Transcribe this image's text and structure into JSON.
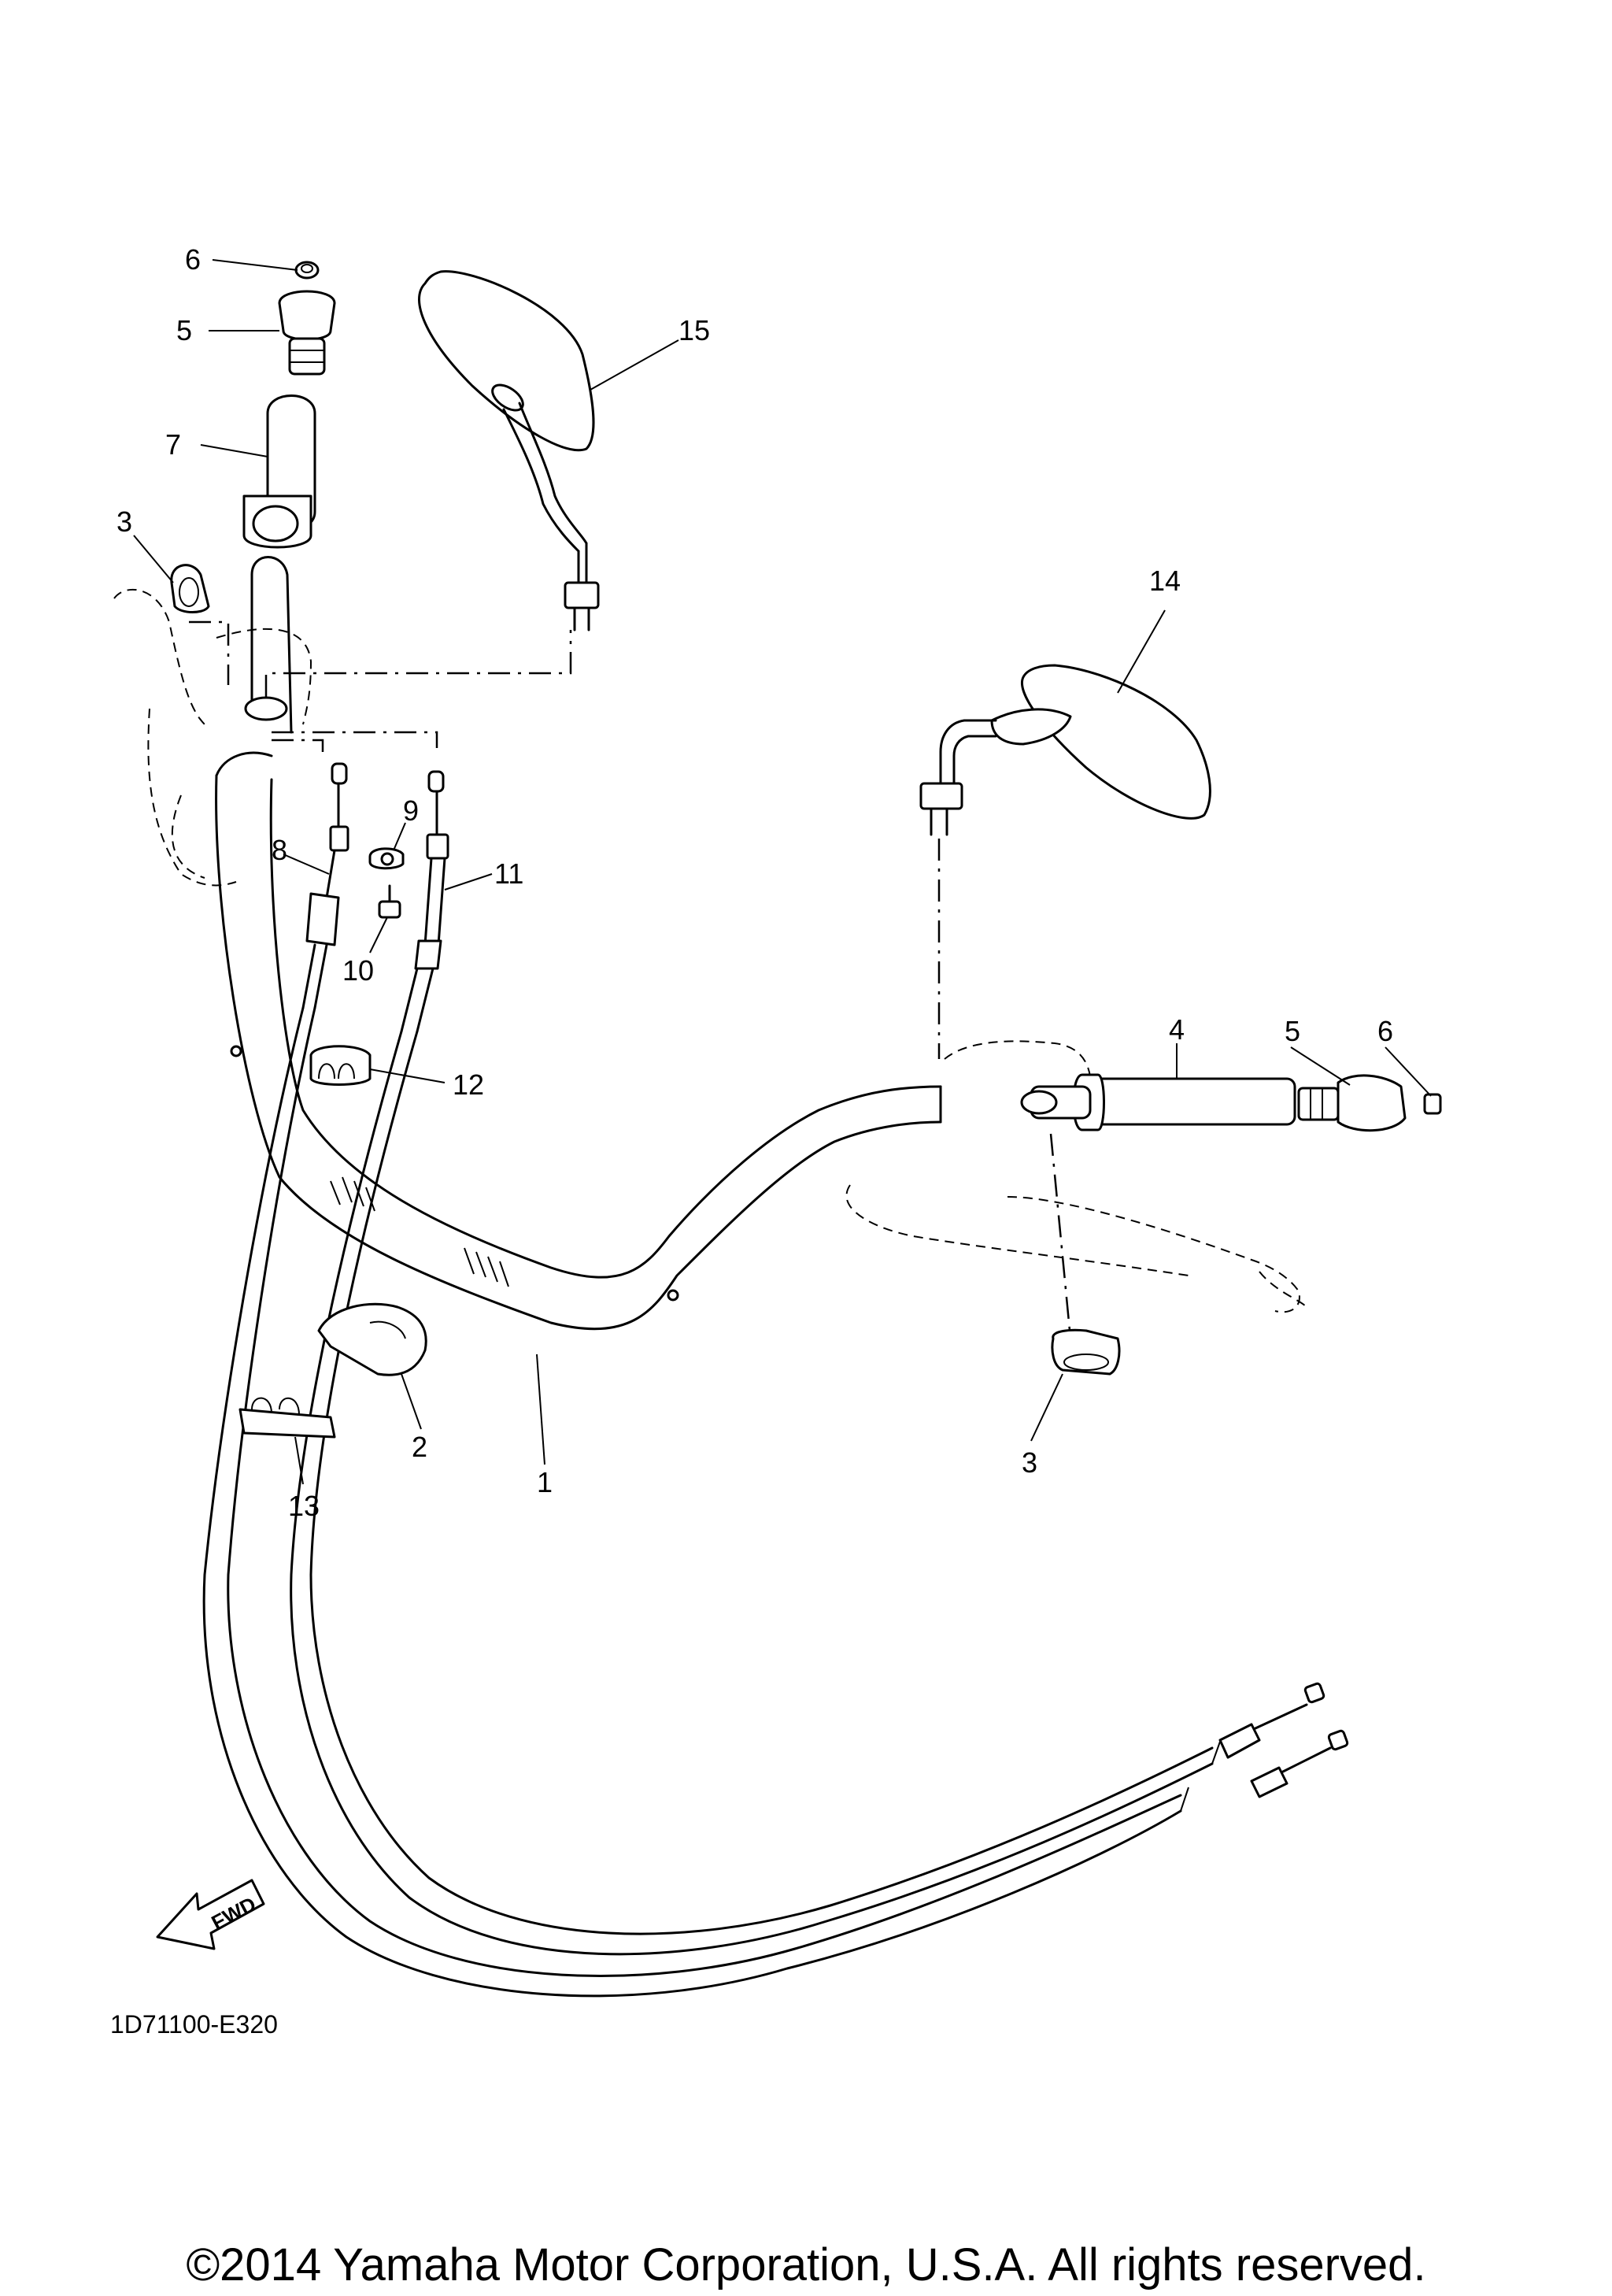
{
  "diagram": {
    "callouts": [
      "6",
      "5",
      "15",
      "7",
      "3",
      "14",
      "9",
      "8",
      "11",
      "10",
      "4",
      "5",
      "6",
      "12",
      "2",
      "1",
      "3",
      "13"
    ],
    "drawing_code": "1D71100-E320",
    "fwd_label": "FWD",
    "copyright": "©2014 Yamaha Motor Corporation, U.S.A. All rights reserved."
  }
}
